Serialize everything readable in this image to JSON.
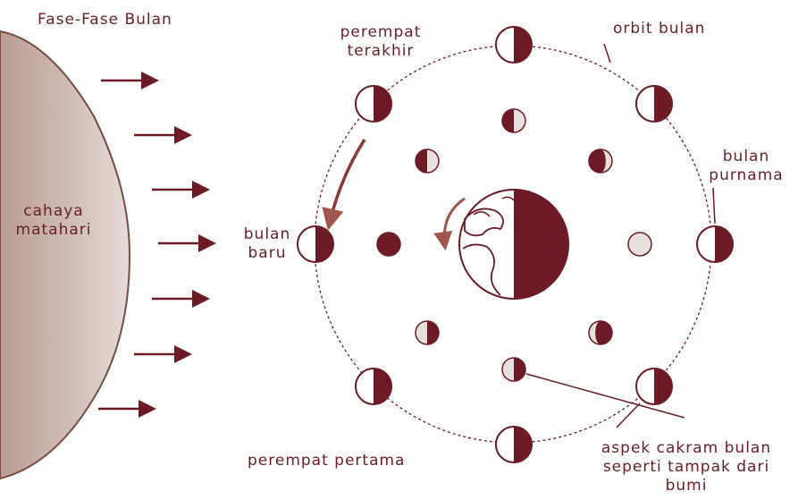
{
  "title": "Fase-Fase Bulan",
  "labels": {
    "sunlight": [
      "cahaya",
      "matahari"
    ],
    "last_quarter": [
      "perempat",
      "terakhir"
    ],
    "orbit": "orbit bulan",
    "full_moon": [
      "bulan",
      "purnama"
    ],
    "new_moon": [
      "bulan",
      "baru"
    ],
    "first_quarter": "perempat pertama",
    "disc_aspect": [
      "aspek cakram bulan",
      "seperti tampak dari",
      "bumi"
    ]
  },
  "colors": {
    "ink": "#6b1e2a",
    "moon_dark": "#6d1a27",
    "sun_fill": "#c7b0a8",
    "sun_light": "#e3d7d2",
    "moon_light": "#e8e0dc"
  },
  "icons": [
    "sun-icon",
    "light-ray-arrow-icon",
    "earth-icon",
    "moon-phase-icon",
    "rotation-arrow-icon"
  ]
}
